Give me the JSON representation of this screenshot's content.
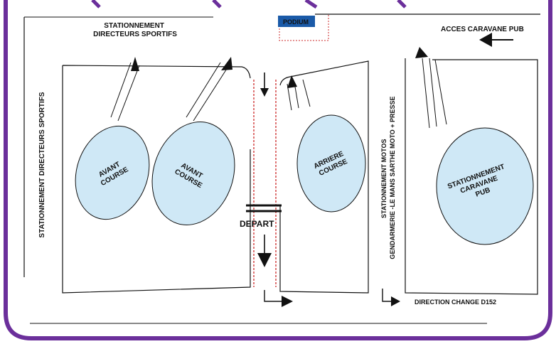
{
  "labels": {
    "stationnement_directeurs_top": [
      "STATIONNEMENT",
      "DIRECTEURS SPORTIFS"
    ],
    "stationnement_directeurs_left": "STATIONNEMENT DIRECTEURS SPORTIFS",
    "podium": "PODIUM",
    "acces_caravane": "ACCES CARAVANE PUB",
    "depart": "DEPART",
    "direction_change": "DIRECTION CHANGE D152",
    "stationnement_motos": [
      "STATIONNEMENT MOTOS",
      "GENDARMERIE -LE MANS SARTHE MOTO + PRESSE"
    ]
  },
  "zones": {
    "avant_course_1": [
      "AVANT",
      "COURSE"
    ],
    "avant_course_2": [
      "AVANT",
      "COURSE"
    ],
    "arriere_course": [
      "ARRIERE",
      "COURSE"
    ],
    "stationnement_caravane": [
      "STATIONNEMENT",
      "CARAVANE",
      "PUB"
    ]
  },
  "colors": {
    "frame": "#6b2f9b",
    "zone_fill": "#cfe8f6",
    "podium": "#1a5aa8",
    "dotted_red": "#cc2a2a",
    "line": "#111111"
  }
}
